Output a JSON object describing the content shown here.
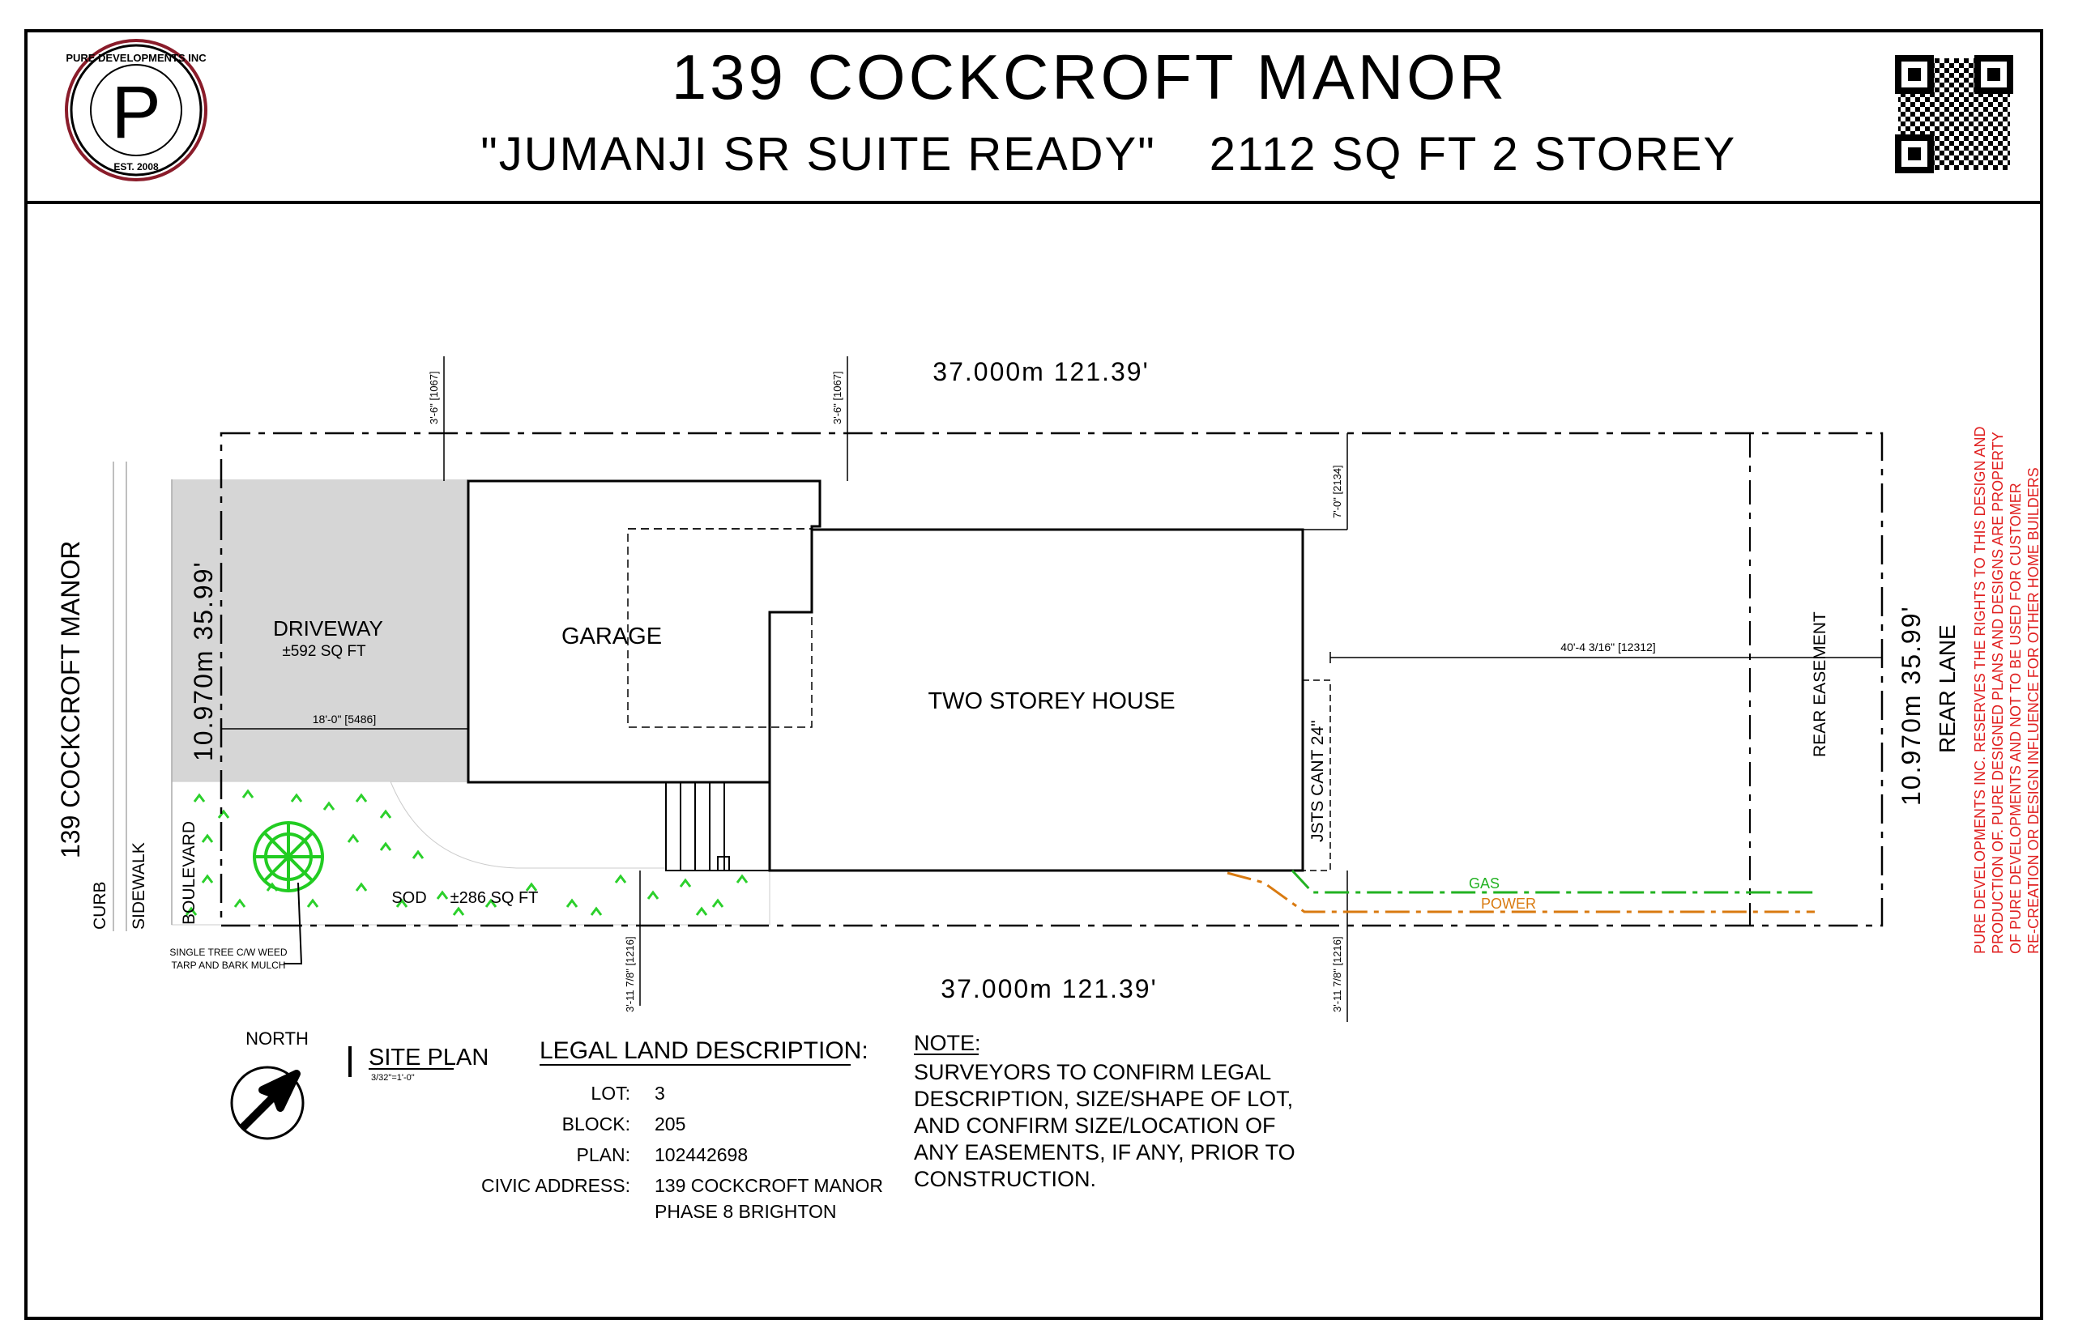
{
  "header": {
    "title": "139 COCKCROFT MANOR",
    "subtitle_model": "\"JUMANJI SR SUITE READY\"",
    "subtitle_size": "2112 SQ FT 2 STOREY",
    "logo_text_top": "PURE DEVELOPMENTS INC",
    "logo_text_bottom": "EST. 2008",
    "logo_letter": "P"
  },
  "plan": {
    "top_dim": "37.000m 121.39'",
    "bottom_dim": "37.000m 121.39'",
    "left_dim": "10.970m 35.99'",
    "right_dim": "10.970m 35.99'",
    "street_label": "139 COCKCROFT MANOR",
    "curb": "CURB",
    "sidewalk": "SIDEWALK",
    "boulevard": "BOULEVARD",
    "rear_lane": "REAR LANE",
    "rear_easement": "REAR EASEMENT",
    "driveway": "DRIVEWAY",
    "driveway_area": "±592 SQ FT",
    "garage": "GARAGE",
    "house": "TWO STOREY HOUSE",
    "joists": "JSTS CANT 24\"",
    "sod": "SOD",
    "sod_area": "±286 SQ FT",
    "tree_note_1": "SINGLE TREE C/W WEED",
    "tree_note_2": "TARP AND BARK MULCH",
    "gas": "GAS",
    "power": "POWER",
    "dim_18": "18'-0\" [5486]",
    "dim_40": "40'-4 3/16\" [12312]",
    "dim_3_6_a": "3'-6\" [1067]",
    "dim_3_6_b": "3'-6\" [1067]",
    "dim_7_0": "7'-0\" [2134]",
    "dim_3_11_a": "3'-11 7/8\" [1216]",
    "dim_3_11_b": "3'-11 7/8\" [1216]",
    "gas_color": "#22b222",
    "power_color": "#d97a10",
    "driveway_color": "#d6d6d6",
    "sod_color": "#2bd02b"
  },
  "legend": {
    "north": "NORTH",
    "site_plan": "SITE PLAN",
    "scale": "3/32\"=1'-0\""
  },
  "legal": {
    "heading": "LEGAL LAND DESCRIPTION:",
    "lot_label": "LOT:",
    "lot": "3",
    "block_label": "BLOCK:",
    "block": "205",
    "plan_label": "PLAN:",
    "plan": "102442698",
    "civic_label": "CIVIC ADDRESS:",
    "civic_1": "139 COCKCROFT MANOR",
    "civic_2": "PHASE 8 BRIGHTON"
  },
  "note": {
    "heading": "NOTE:",
    "lines": [
      "SURVEYORS TO CONFIRM LEGAL",
      "DESCRIPTION, SIZE/SHAPE OF LOT,",
      "AND CONFIRM SIZE/LOCATION OF",
      "ANY EASEMENTS, IF ANY, PRIOR TO",
      "CONSTRUCTION."
    ]
  },
  "copyright": {
    "lines": [
      "PURE DEVELOPMENTS INC. RESERVES THE RIGHTS TO THIS DESIGN AND",
      "PRODUCTION OF. PURE DESIGNED PLANS AND DESIGNS ARE PROPERTY",
      "OF PURE DEVELOPMENTS AND NOT TO BE USED FOR CUSTOMER",
      "RE-CREATION OR DESIGN INFLUENCE FOR OTHER HOME BUILDERS"
    ],
    "color": "#e02020"
  }
}
